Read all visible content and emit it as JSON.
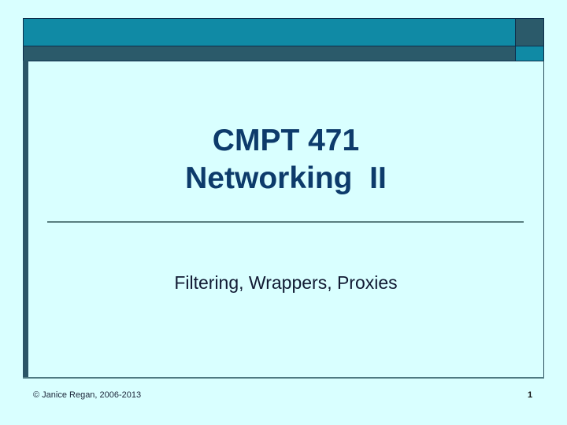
{
  "slide": {
    "title_line1": "CMPT 471",
    "title_line2": "Networking  II",
    "subtitle": "Filtering, Wrappers, Proxies",
    "footer": {
      "copyright": "© Janice Regan, 2006-2013",
      "page_number": "1"
    }
  },
  "colors": {
    "background": "#D9FFFF",
    "band_teal": "#108AA5",
    "band_dark": "#2B5A6A",
    "title": "#0D3B6B",
    "subtitle": "#111A33"
  }
}
